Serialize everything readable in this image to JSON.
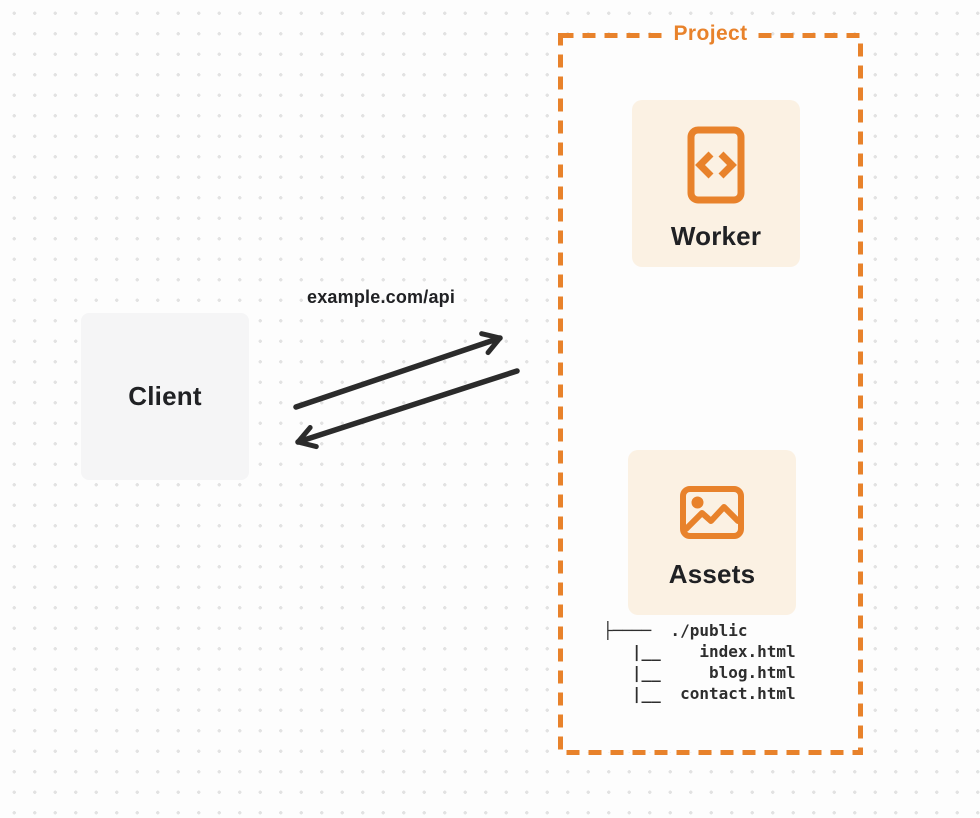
{
  "client": {
    "label": "Client"
  },
  "request": {
    "url": "example.com/api"
  },
  "project": {
    "label": "Project",
    "worker": {
      "label": "Worker",
      "icon": "code-icon"
    },
    "assets": {
      "label": "Assets",
      "icon": "image-icon"
    },
    "file_tree": {
      "root": "./public",
      "files": [
        "index.html",
        "blog.html",
        "contact.html"
      ],
      "lines": [
        "├────  ./public",
        "   |__    index.html",
        "   |__     blog.html",
        "   |__  contact.html"
      ]
    }
  },
  "colors": {
    "accent": "#E8822B",
    "card_bg": "#FBF1E3",
    "client_bg": "#F5F5F6",
    "arrow": "#2B2B2B",
    "page_bg": "#FDFDFD",
    "dot": "#E2E2E2"
  }
}
